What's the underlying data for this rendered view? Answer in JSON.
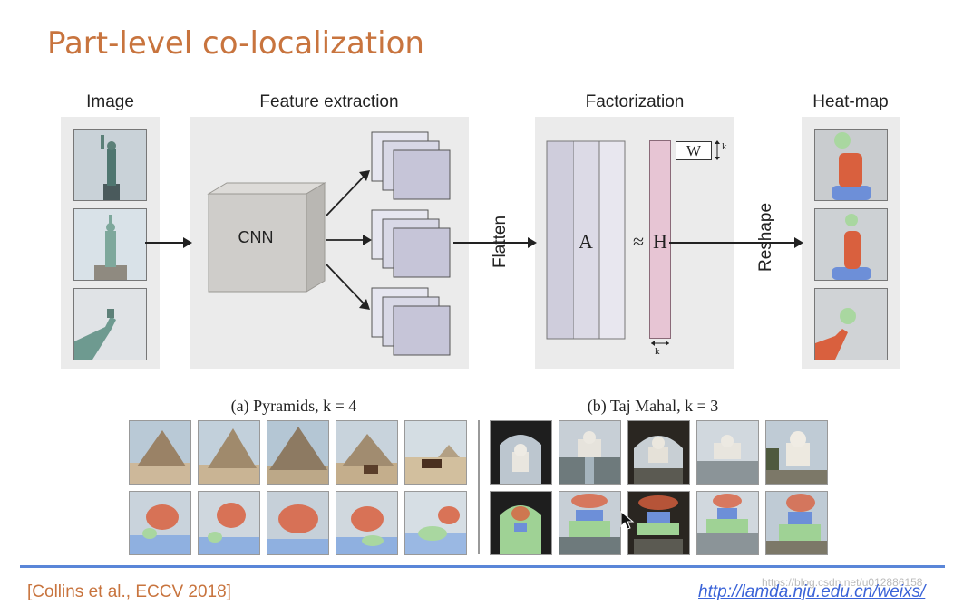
{
  "slide": {
    "title": "Part-level co-localization",
    "headers": {
      "image": "Image",
      "feature": "Feature extraction",
      "factorization": "Factorization",
      "heatmap": "Heat-map"
    },
    "cnn_label": "CNN",
    "flatten_label": "Flatten",
    "reshape_label": "Reshape",
    "matrix_a": "A",
    "approx": "≈",
    "matrix_h": "H",
    "matrix_w": "W",
    "dim_k": "k",
    "caption_a": "(a) Pyramids, k = 4",
    "caption_b": "(b) Taj Mahal, k = 3",
    "citation": "[Collins et al., ECCV 2018]",
    "url": "http://lamda.nju.edu.cn/weixs/",
    "watermark": "https://blog.csdn.net/u012886158"
  },
  "colors": {
    "title": "#c8743e",
    "panel": "#ebebeb",
    "cnn_box": "#cfcdca",
    "feature_map": "#c6c5d8",
    "matrix_h": "#e7c5d4",
    "link": "#3a63d8",
    "rule": "#5a86d8"
  }
}
